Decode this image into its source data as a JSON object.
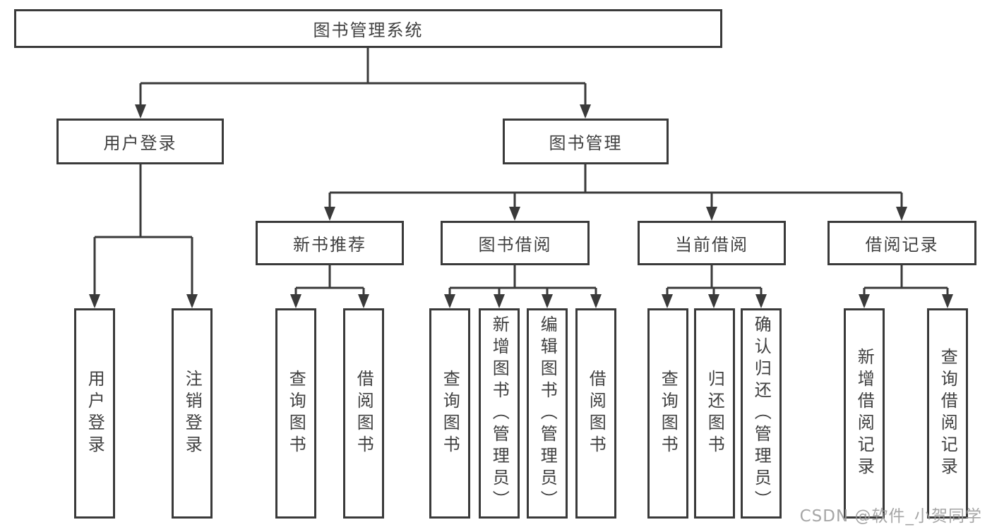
{
  "tree": {
    "label": "图书管理系统",
    "children": [
      {
        "label": "用户登录",
        "children": [
          {
            "label": "用户登录"
          },
          {
            "label": "注销登录"
          }
        ]
      },
      {
        "label": "图书管理",
        "children": [
          {
            "label": "新书推荐",
            "children": [
              {
                "label": "查询图书"
              },
              {
                "label": "借阅图书"
              }
            ]
          },
          {
            "label": "图书借阅",
            "children": [
              {
                "label": "查询图书"
              },
              {
                "label": "新增图书（管理员）"
              },
              {
                "label": "编辑图书（管理员）"
              },
              {
                "label": "借阅图书"
              }
            ]
          },
          {
            "label": "当前借阅",
            "children": [
              {
                "label": "查询图书"
              },
              {
                "label": "归还图书"
              },
              {
                "label": "确认归还（管理员）"
              }
            ]
          },
          {
            "label": "借阅记录",
            "children": [
              {
                "label": "新增借阅记录"
              },
              {
                "label": "查询借阅记录"
              }
            ]
          }
        ]
      }
    ]
  },
  "watermark": {
    "text": "CSDN @软件_小贺同学"
  },
  "colors": {
    "line": "#3a3a3a",
    "text": "#404040",
    "background": "#ffffff",
    "watermark": "#9a9a9a"
  }
}
